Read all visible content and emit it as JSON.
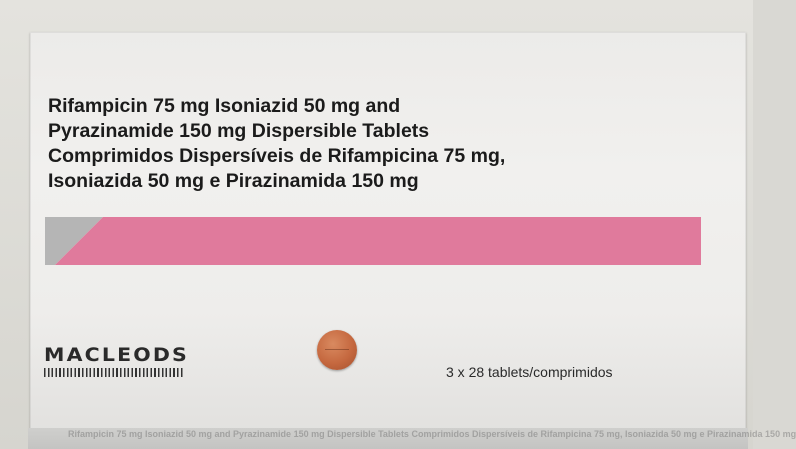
{
  "product": {
    "title_lines": [
      "Rifampicin 75 mg Isoniazid 50 mg and",
      "Pyrazinamide 150 mg Dispersible Tablets",
      "Comprimidos Dispersíveis de Rifampicina 75 mg,",
      "Isoniazida 50 mg e Pirazinamida 150 mg"
    ],
    "pack_count": "3 x 28 tablets/comprimidos"
  },
  "brand": {
    "name": "MACLEODS",
    "barcode": "barcode-graphic"
  },
  "side_panel": {
    "text": "Rifampicin 75 mg Isoniazid 50 mg and Pyrazinamide 150 mg Dispersible Tablets Comprimidos Dispersíveis de Rifampicina 75 mg, Isoniazida 50 mg e Pirazinamida 150 mg"
  },
  "colors": {
    "stripe_pink": "#e07a9c",
    "stripe_grey": "#b5b5b5",
    "tablet": "#c5683f",
    "text": "#1b1b1b"
  },
  "icons": {
    "tablet": "tablet-icon"
  }
}
